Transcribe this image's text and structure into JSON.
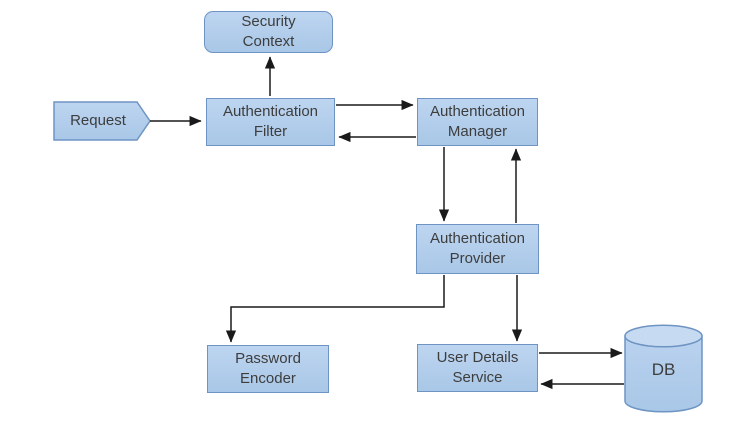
{
  "diagram": {
    "type": "flow-diagram",
    "background": "#ffffff",
    "nodes": {
      "request": {
        "label": "Request",
        "shape": "pentagon-arrow"
      },
      "security_context": {
        "label": "Security\nContext",
        "shape": "rounded-rectangle"
      },
      "authentication_filter": {
        "label": "Authentication\nFilter",
        "shape": "rectangle"
      },
      "authentication_manager": {
        "label": "Authentication\nManager",
        "shape": "rectangle"
      },
      "authentication_provider": {
        "label": "Authentication\nProvider",
        "shape": "rectangle"
      },
      "password_encoder": {
        "label": "Password\nEncoder",
        "shape": "rectangle"
      },
      "user_details_service": {
        "label": "User Details\nService",
        "shape": "rectangle"
      },
      "db": {
        "label": "DB",
        "shape": "cylinder"
      }
    },
    "connectors": [
      {
        "from": "request",
        "to": "authentication_filter"
      },
      {
        "from": "authentication_filter",
        "to": "security_context"
      },
      {
        "from": "authentication_filter",
        "to": "authentication_manager"
      },
      {
        "from": "authentication_manager",
        "to": "authentication_filter"
      },
      {
        "from": "authentication_manager",
        "to": "authentication_provider"
      },
      {
        "from": "authentication_provider",
        "to": "authentication_manager"
      },
      {
        "from": "authentication_provider",
        "to": "password_encoder"
      },
      {
        "from": "authentication_provider",
        "to": "user_details_service"
      },
      {
        "from": "user_details_service",
        "to": "db"
      },
      {
        "from": "db",
        "to": "user_details_service"
      }
    ],
    "colors": {
      "node_fill_top": "#bdd5f0",
      "node_fill_bottom": "#a9c7e7",
      "node_border": "#6e94c4",
      "text": "#3d3d3d",
      "connector": "#1a1a1a"
    }
  }
}
